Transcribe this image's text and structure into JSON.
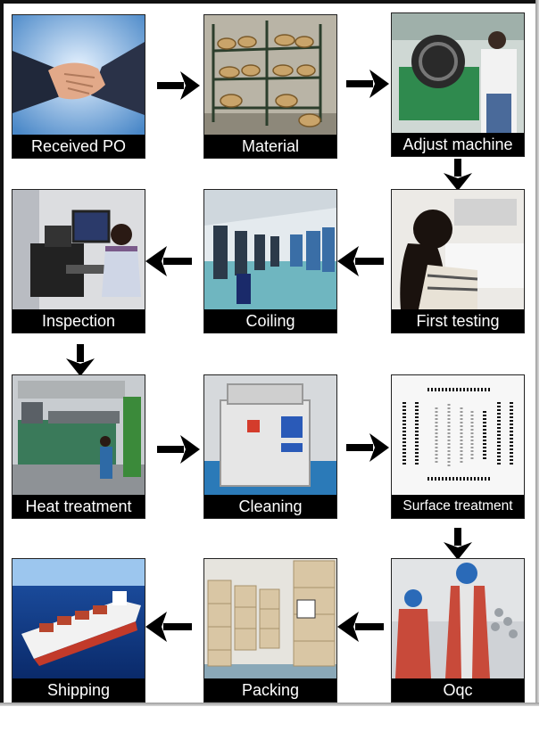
{
  "steps": [
    {
      "label": "Received PO",
      "icon": "handshake-photo"
    },
    {
      "label": "Material",
      "icon": "material-racks-photo"
    },
    {
      "label": "Adjust machine",
      "icon": "spring-machine-photo"
    },
    {
      "label": "First testing",
      "icon": "testing-photo"
    },
    {
      "label": "Coiling",
      "icon": "coiling-workshop-photo"
    },
    {
      "label": "Inspection",
      "icon": "inspection-photo"
    },
    {
      "label": "Heat treatment",
      "icon": "furnace-photo"
    },
    {
      "label": "Cleaning",
      "icon": "cleaning-machine-photo"
    },
    {
      "label": "Surface treatment",
      "icon": "springs-photo"
    },
    {
      "label": "Oqc",
      "icon": "qc-workers-photo"
    },
    {
      "label": "Packing",
      "icon": "cartons-photo"
    },
    {
      "label": "Shipping",
      "icon": "cargo-ship-photo"
    }
  ],
  "arrow_color": "#000000"
}
